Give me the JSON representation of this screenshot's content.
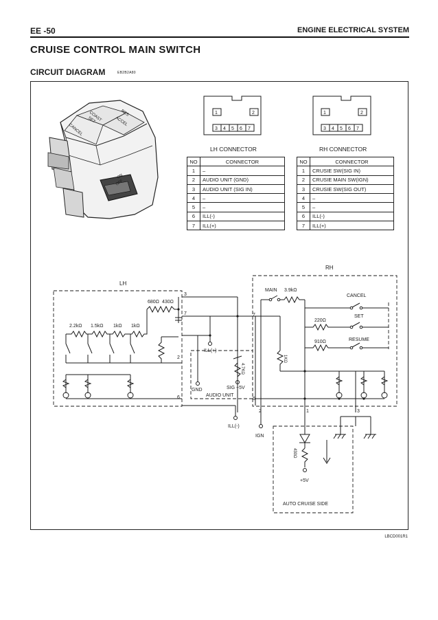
{
  "header": {
    "page_ref": "EE -50",
    "section": "ENGINE ELECTRICAL SYSTEM"
  },
  "title": "CRUISE CONTROL MAIN SWITCH",
  "subtitle": "CIRCUIT DIAGRAM",
  "subtitle_code": "EB2B2A80",
  "figure_code": "LBCD001R1",
  "switch_labels": {
    "res": "RES",
    "accel": "ACCEL",
    "coast": "COAST",
    "set": "SET",
    "cancel": "CANCEL",
    "on": "ON",
    "off": "OFF"
  },
  "lh_connector": {
    "title": "LH CONNECTOR",
    "pins_top": [
      "1",
      "2"
    ],
    "pins_bottom": [
      "3",
      "4",
      "5",
      "6",
      "7"
    ],
    "headers": [
      "NO",
      "CONNECTOR"
    ],
    "rows": [
      {
        "no": "1",
        "name": "–"
      },
      {
        "no": "2",
        "name": "AUDIO UNIT (GND)"
      },
      {
        "no": "3",
        "name": "AUDIO UNIT (SIG IN)"
      },
      {
        "no": "4",
        "name": "–"
      },
      {
        "no": "5",
        "name": "–"
      },
      {
        "no": "6",
        "name": "ILL(-)"
      },
      {
        "no": "7",
        "name": "ILL(+)"
      }
    ]
  },
  "rh_connector": {
    "title": "RH CONNECTOR",
    "pins_top": [
      "1",
      "2"
    ],
    "pins_bottom": [
      "3",
      "4",
      "5",
      "6",
      "7"
    ],
    "headers": [
      "NO",
      "CONNECTOR"
    ],
    "rows": [
      {
        "no": "1",
        "name": "CRUSIE SW(SIG IN)"
      },
      {
        "no": "2",
        "name": "CRUSIE MAIN SW(IGN)"
      },
      {
        "no": "3",
        "name": "CRUSIE SW(SIG OUT)"
      },
      {
        "no": "4",
        "name": "–"
      },
      {
        "no": "5",
        "name": "–"
      },
      {
        "no": "6",
        "name": "ILL(-)"
      },
      {
        "no": "7",
        "name": "ILL(+)"
      }
    ]
  },
  "diagram": {
    "lh": "LH",
    "rh": "RH",
    "r_680": "680Ω",
    "r_430": "430Ω",
    "r_22k": "2.2kΩ",
    "r_15k": "1.5kΩ",
    "r_1k_a": "1kΩ",
    "r_1k_b": "1kΩ",
    "r_47k": "4.7KΩ",
    "r_1k_v": "1KΩ",
    "r_39k": "3.9kΩ",
    "r_220": "220Ω",
    "r_910": "910Ω",
    "r_430v": "430Ω",
    "main": "MAIN",
    "cancel": "CANCEL",
    "set": "SET",
    "resume": "RESUME",
    "ill_plus": "ILL(+)",
    "ill_minus": "ILL(-)",
    "gnd": "GND",
    "sig5v": "SIG +5V",
    "audio_unit": "AUDIO UNIT",
    "ign": "IGN",
    "plus5v": "+5V",
    "auto_cruise_side": "AUTO CRUISE SIDE",
    "pin3": "3",
    "pin7a": "7",
    "pin2": "2",
    "pin6a": "6",
    "pin7b": "7",
    "pin6b": "6",
    "pin2b": "2",
    "pin1": "1",
    "pin3b": "3"
  }
}
